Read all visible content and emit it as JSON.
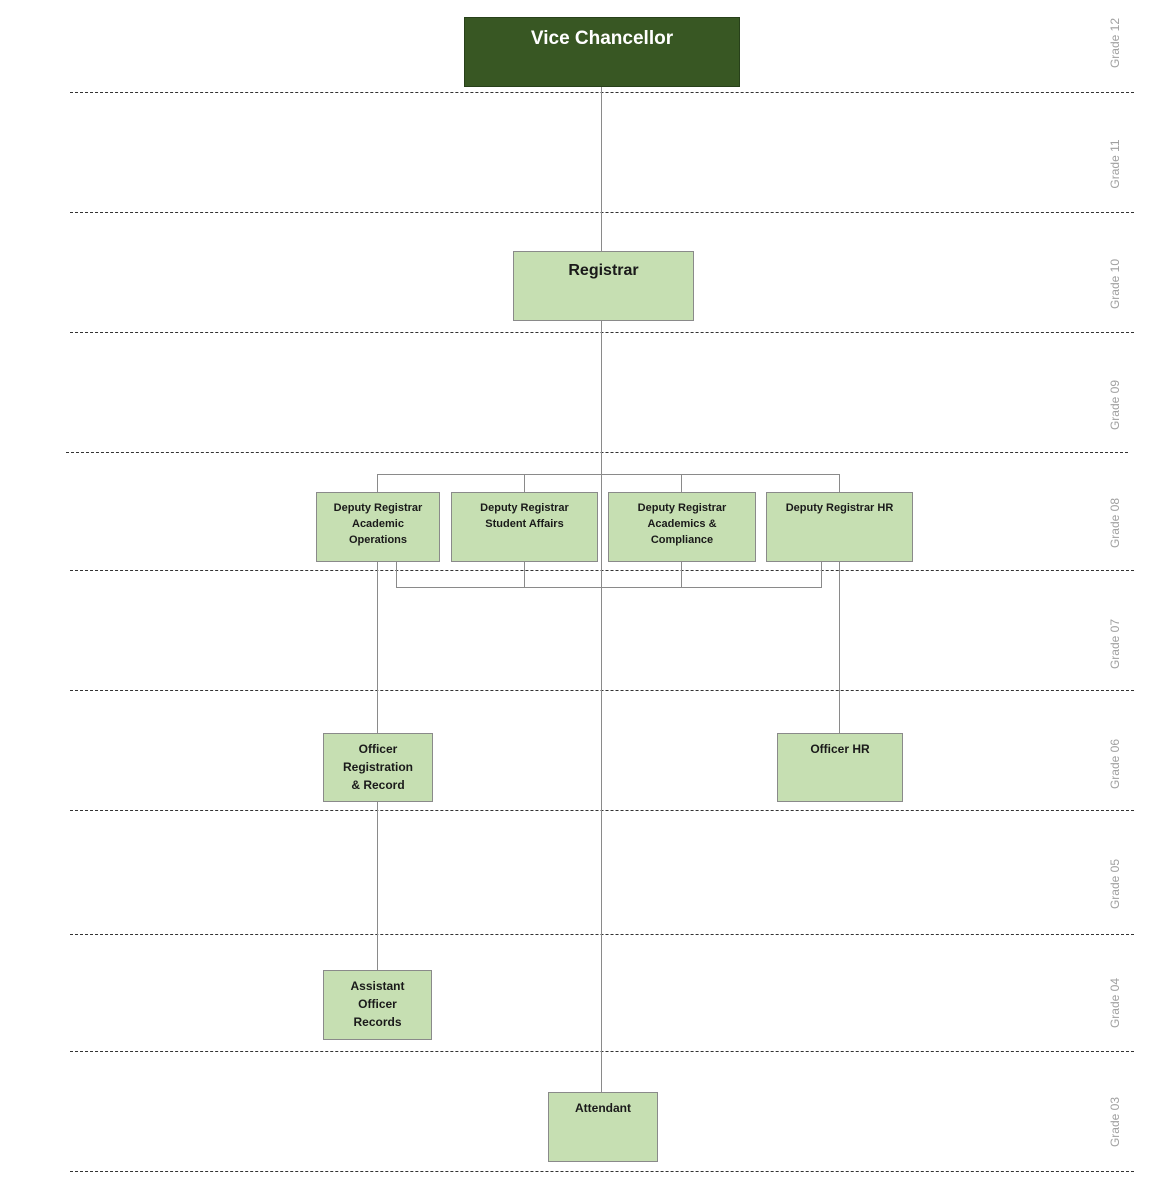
{
  "grades": [
    "Grade 12",
    "Grade 11",
    "Grade 10",
    "Grade 09",
    "Grade 08",
    "Grade 07",
    "Grade 06",
    "Grade 05",
    "Grade 04",
    "Grade 03"
  ],
  "positions": {
    "vice_chancellor": "Vice Chancellor",
    "registrar": "Registrar",
    "deputy_academic_operations": "Deputy Registrar\nAcademic\nOperations",
    "deputy_student_affairs": "Deputy Registrar\nStudent Affairs",
    "deputy_academics_compliance": "Deputy Registrar\nAcademics &\nCompliance",
    "deputy_hr": "Deputy Registrar HR",
    "officer_registration_record": "Officer\nRegistration\n& Record",
    "officer_hr": "Officer HR",
    "assistant_officer_records": "Assistant\nOfficer\nRecords",
    "attendant": "Attendant"
  },
  "colors": {
    "top_box_fill": "#385723",
    "box_fill": "#c6dfb2",
    "connector": "#8a8a8a",
    "grade_label": "#a0a0a0"
  }
}
